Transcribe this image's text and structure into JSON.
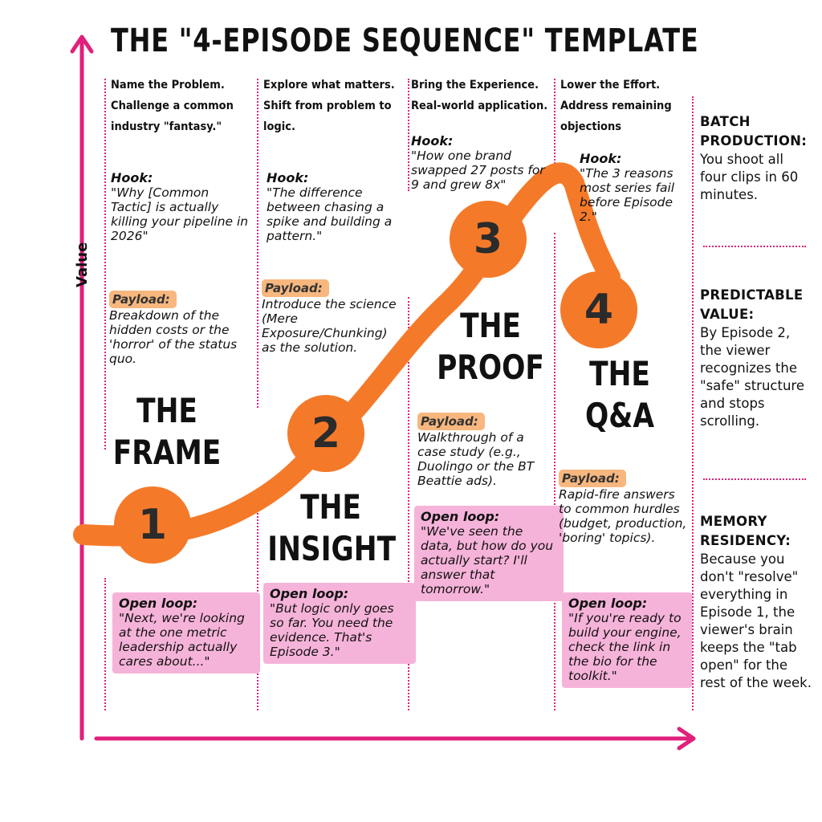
{
  "title": "THE \"4-EPISODE SEQUENCE\" TEMPLATE",
  "y_axis_label": "Value",
  "colors": {
    "accent": "#e0207a",
    "curve": "#f47a2a",
    "payload_bg": "#f7b77e",
    "loop_bg": "#f6b3d9"
  },
  "episodes": [
    {
      "number": "1",
      "name_line1": "THE",
      "name_line2": "FRAME",
      "intro": "Name the Problem. Challenge a common industry \"fantasy.\"",
      "hook_label": "Hook:",
      "hook_text": "\"Why [Common Tactic] is actually killing your pipeline in 2026\"",
      "payload_label": "Payload:",
      "payload_text": "Breakdown of the hidden costs or the 'horror' of the status quo.",
      "loop_label": "Open loop:",
      "loop_text": "\"Next, we're looking at the one metric leadership actually cares about...\""
    },
    {
      "number": "2",
      "name_line1": "THE",
      "name_line2": "INSIGHT",
      "intro": "Explore what matters. Shift from problem to logic.",
      "hook_label": "Hook:",
      "hook_text": "\"The difference between chasing a spike and building a pattern.\"",
      "payload_label": "Payload:",
      "payload_text": "Introduce the science (Mere Exposure/Chunking) as the solution.",
      "loop_label": "Open loop:",
      "loop_text": "\"But logic only goes so far. You need the evidence. That's Episode 3.\""
    },
    {
      "number": "3",
      "name_line1": "THE",
      "name_line2": "PROOF",
      "intro": "Bring the Experience. Real-world application.",
      "hook_label": "Hook:",
      "hook_text": "\"How one brand swapped 27 posts for 9 and grew 8x\"",
      "payload_label": "Payload:",
      "payload_text": "Walkthrough of a case study (e.g., Duolingo or the BT Beattie ads).",
      "loop_label": "Open loop:",
      "loop_text": "\"We've seen the data, but how do you actually start? I'll answer that tomorrow.\""
    },
    {
      "number": "4",
      "name_line1": "THE",
      "name_line2": "Q&A",
      "intro": "Lower the Effort. Address remaining objections",
      "hook_label": "Hook:",
      "hook_text": "\"The 3 reasons most series fail before Episode 2.\"",
      "payload_label": "Payload:",
      "payload_text": "Rapid-fire answers to common hurdles (budget, production, 'boring' topics).",
      "loop_label": "Open loop:",
      "loop_text": "\"If you're ready to build your engine, check the link in the bio for the toolkit.\""
    }
  ],
  "side_notes": [
    {
      "label": "BATCH PRODUCTION:",
      "text": "You shoot all four clips in 60 minutes."
    },
    {
      "label": "PREDICTABLE VALUE:",
      "text": "By Episode 2, the viewer recognizes the \"safe\" structure and stops scrolling."
    },
    {
      "label": "MEMORY RESIDENCY:",
      "text": "Because you don't \"resolve\" everything in Episode 1, the viewer's brain keeps the \"tab open\" for the rest of the week."
    }
  ]
}
